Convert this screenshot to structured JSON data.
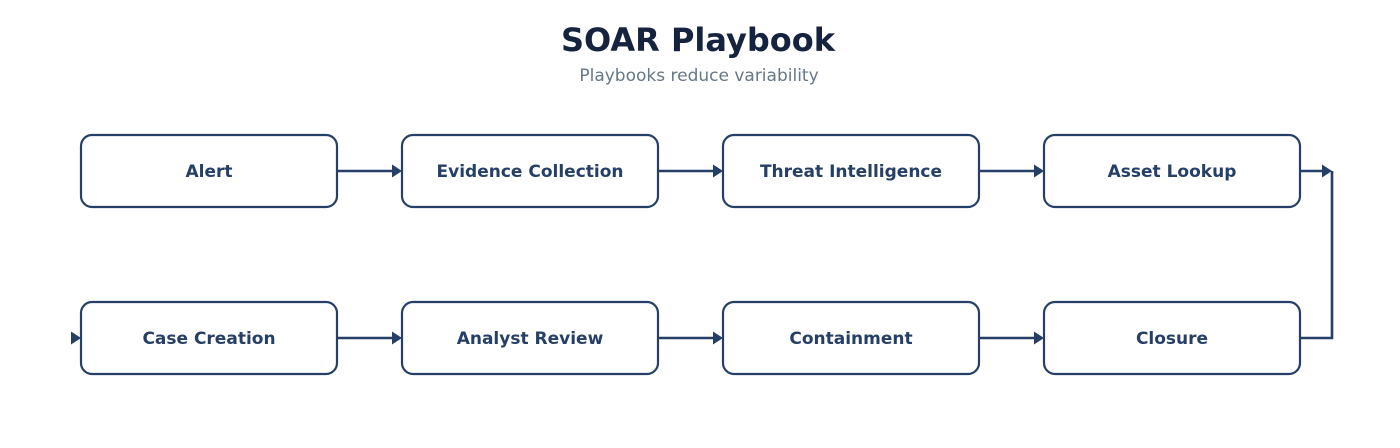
{
  "title": "SOAR Playbook",
  "subtitle": "Playbooks reduce variability",
  "nodes": [
    {
      "id": "alert",
      "label": "Alert"
    },
    {
      "id": "evidence-collection",
      "label": "Evidence Collection"
    },
    {
      "id": "threat-intelligence",
      "label": "Threat Intelligence"
    },
    {
      "id": "asset-lookup",
      "label": "Asset Lookup"
    },
    {
      "id": "case-creation",
      "label": "Case Creation"
    },
    {
      "id": "analyst-review",
      "label": "Analyst Review"
    },
    {
      "id": "containment",
      "label": "Containment"
    },
    {
      "id": "closure",
      "label": "Closure"
    }
  ],
  "edges": [
    {
      "from": "alert",
      "to": "evidence-collection"
    },
    {
      "from": "evidence-collection",
      "to": "threat-intelligence"
    },
    {
      "from": "threat-intelligence",
      "to": "asset-lookup"
    },
    {
      "from": "asset-lookup",
      "to": "closure"
    },
    {
      "from": "closure",
      "to": "case-creation"
    },
    {
      "from": "case-creation",
      "to": "analyst-review"
    },
    {
      "from": "analyst-review",
      "to": "containment"
    },
    {
      "from": "containment",
      "to": "closure"
    }
  ],
  "colors": {
    "stroke": "#253f66",
    "title": "#15233f",
    "subtitle": "#667788",
    "background": "#ffffff"
  }
}
